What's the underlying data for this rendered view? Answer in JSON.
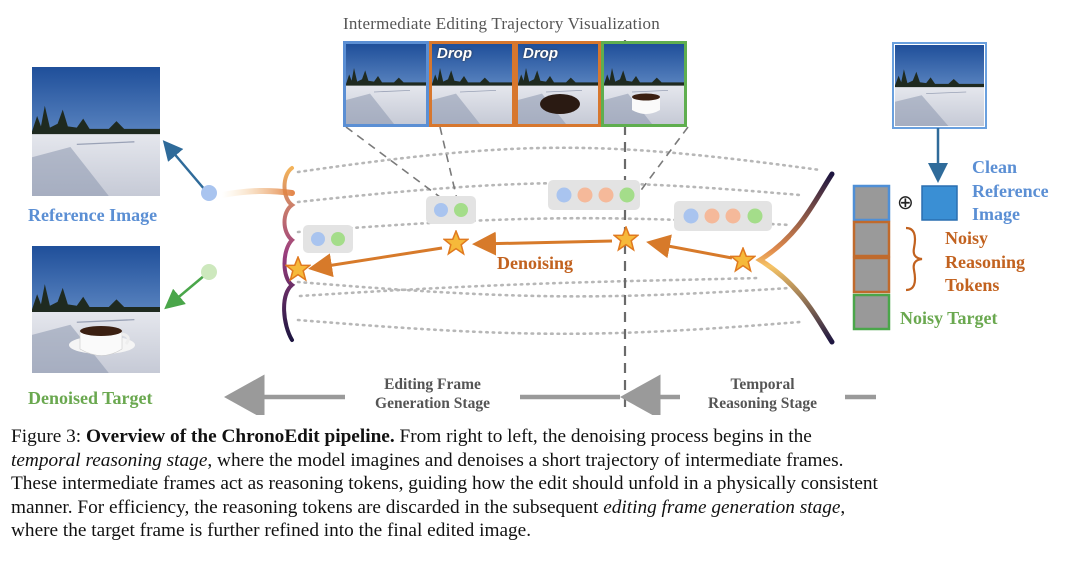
{
  "figure": {
    "top_title": "Intermediate Editing Trajectory Visualization",
    "drop_label_1": "Drop",
    "drop_label_2": "Drop",
    "reference_image_label": "Reference Image",
    "denoised_target_label": "Denoised Target",
    "denoising_label": "Denoising",
    "clean_reference_label": [
      "Clean",
      "Reference",
      "Image"
    ],
    "noisy_reasoning_label": [
      "Noisy",
      "Reasoning",
      "Tokens"
    ],
    "noisy_target_label": "Noisy Target",
    "plus_symbol": "⊕",
    "stage_left": [
      "Editing Frame",
      "Generation Stage"
    ],
    "stage_right": [
      "Temporal",
      "Reasoning Stage"
    ],
    "colors": {
      "blue": "#5b8fd4",
      "orange": "#c2621f",
      "green": "#6aa84f",
      "star": "#f0a020"
    }
  },
  "caption": {
    "fig_label": "Figure 3:",
    "bold_title": "Overview of the ChronoEdit pipeline.",
    "text_1": " From right to left, the denoising process begins in the",
    "italic_1": "temporal reasoning stage",
    "text_2": ", where the model imagines and denoises a short trajectory of intermediate frames.",
    "line_3": "These intermediate frames act as reasoning tokens, guiding how the edit should unfold in a physically consistent",
    "text_4": "manner. For efficiency, the reasoning tokens are discarded in the subsequent ",
    "italic_2": "editing frame generation stage",
    "text_4b": ",",
    "line_5": "where the target frame is further refined into the final edited image."
  }
}
